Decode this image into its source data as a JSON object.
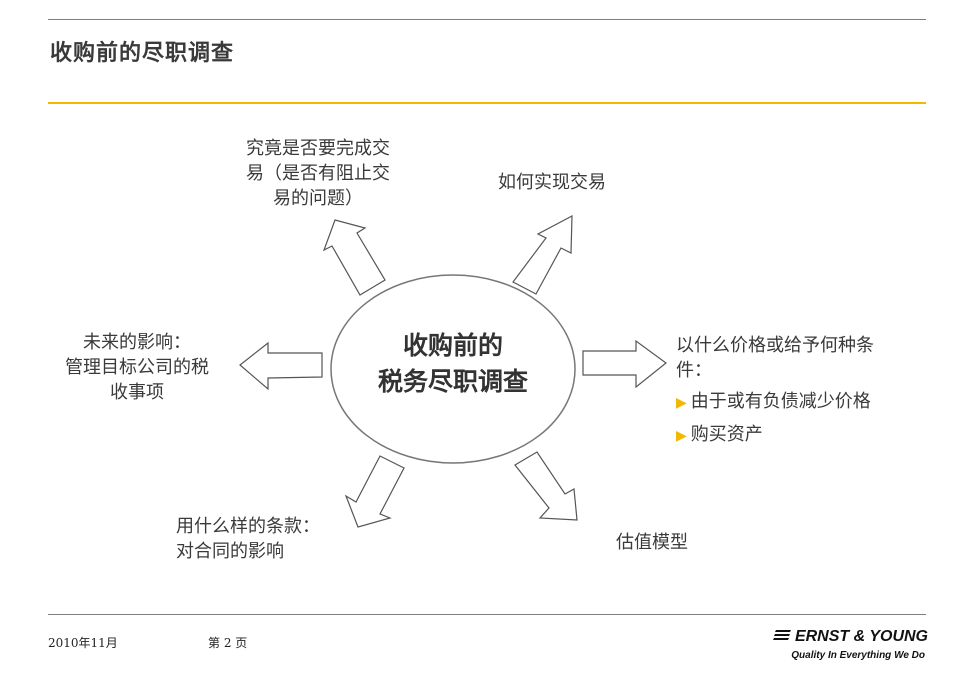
{
  "title": "收购前的尽职调查",
  "center": {
    "line1": "收购前的",
    "line2": "税务尽职调查"
  },
  "nodes": {
    "top_left": {
      "lines": [
        "究竟是否要完成交",
        "易（是否有阻止交",
        "易的问题）"
      ]
    },
    "top_right": {
      "text": "如何实现交易"
    },
    "left": {
      "lines": [
        "未来的影响：",
        "管理目标公司的税",
        "收事项"
      ]
    },
    "right": {
      "lines": [
        "以什么价格或给予何种条",
        "件："
      ],
      "bullets": [
        "由于或有负债减少价格",
        "购买资产"
      ]
    },
    "bottom_left": {
      "lines": [
        "用什么样的条款：",
        "对合同的影响"
      ]
    },
    "bottom_right": {
      "text": "估值模型"
    }
  },
  "footer": {
    "date": "2010年11月",
    "page": "第 2 页"
  },
  "logo": {
    "name": "ERNST & YOUNG",
    "tagline": "Quality In Everything We Do"
  },
  "colors": {
    "accent": "#f2b800",
    "rule": "#7f7f7f",
    "text": "#3a3a3a"
  }
}
